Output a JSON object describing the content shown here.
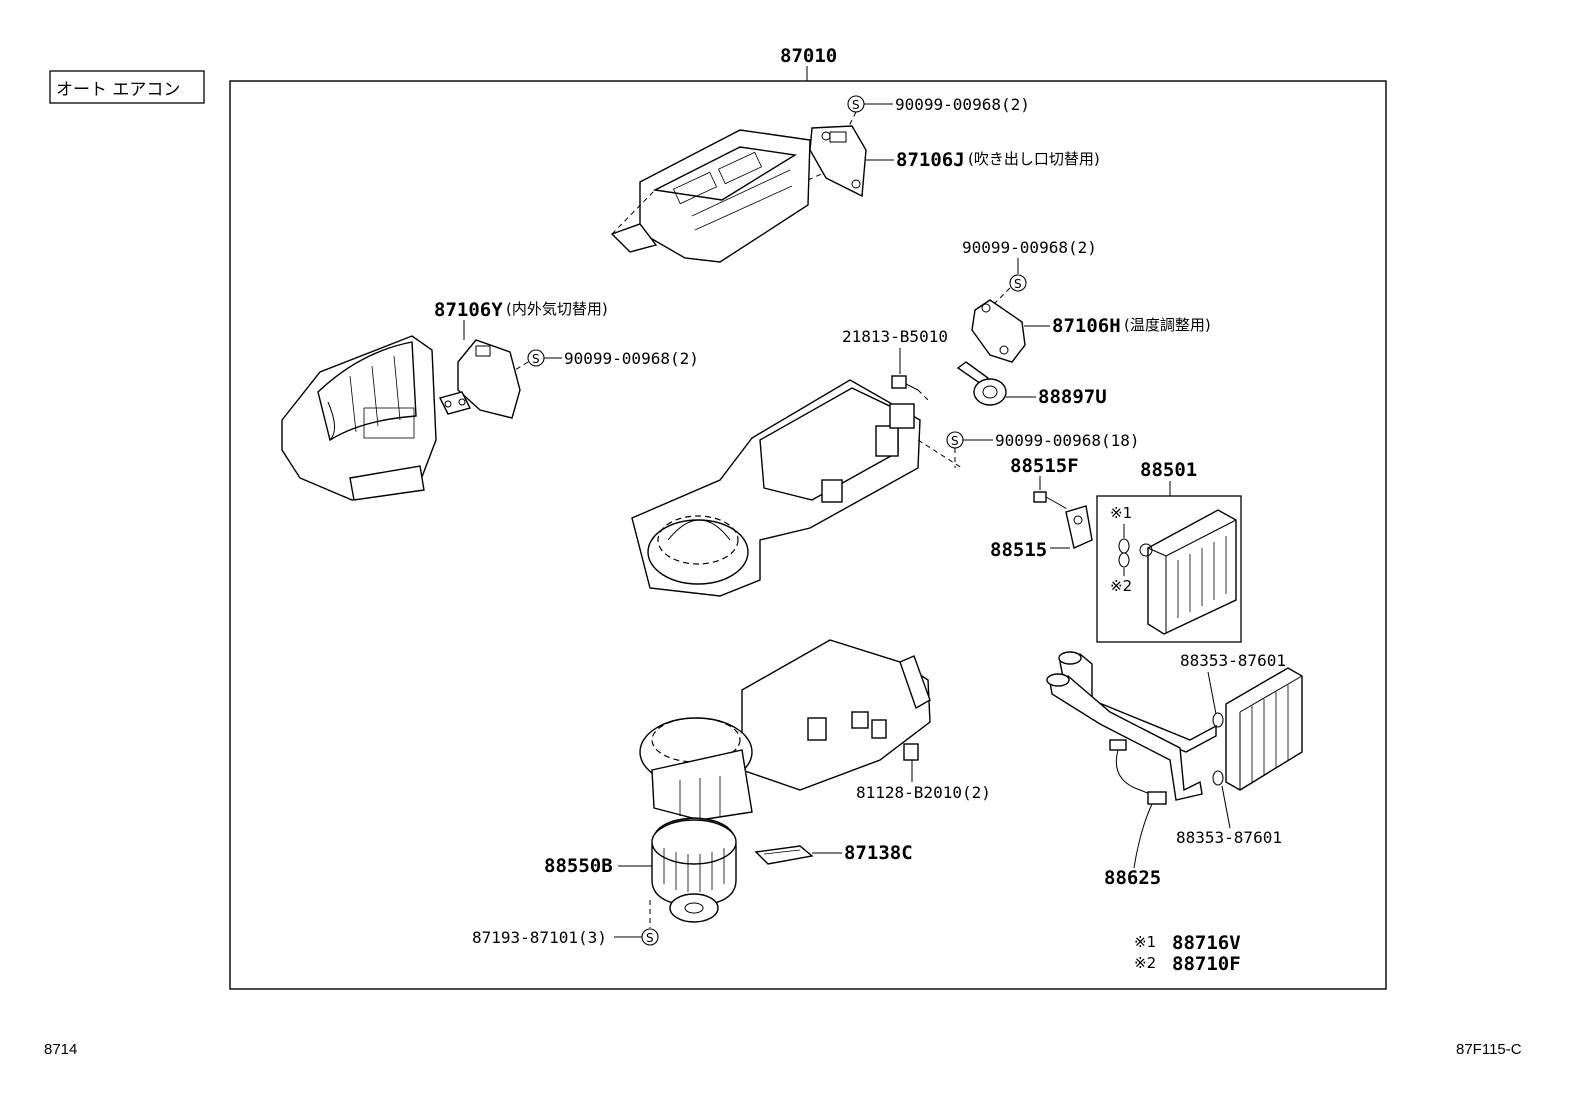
{
  "variant_label": "オート エアコン",
  "assembly_number": "87010",
  "page_number": "8714",
  "illustration_code": "87F115-C",
  "screw_symbol": "S",
  "callouts": {
    "screw_mode_damper": "90099-00968(2)",
    "mode_servo": {
      "part": "87106J",
      "note": "(吹き出し口切替用)"
    },
    "screw_temp_servo": "90099-00968(2)",
    "temp_servo": {
      "part": "87106H",
      "note": "(温度調整用)"
    },
    "intake_servo": {
      "part": "87106Y",
      "note": "(内外気切替用)"
    },
    "screw_intake_servo": "90099-00968(2)",
    "nut": "21813-B5010",
    "sensor": "88897U",
    "screw_case": "90099-00968(18)",
    "bolt": "88515F",
    "evaporator": "88501",
    "expansion_valve": "88515",
    "ref1": "※1",
    "ref2": "※2",
    "oring_top": "88353-87601",
    "oring_bottom": "88353-87601",
    "clip": "81128-B2010(2)",
    "thermistor": "88625",
    "blower_motor": "88550B",
    "resistor": "87138C",
    "screw_blower": "87193-87101(3)"
  },
  "legend": [
    {
      "mark": "※1",
      "part": "88716V"
    },
    {
      "mark": "※2",
      "part": "88710F"
    }
  ]
}
